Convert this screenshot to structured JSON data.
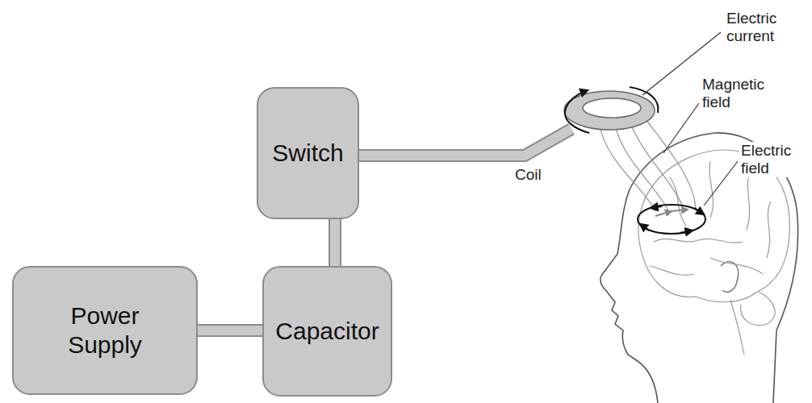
{
  "diagram": {
    "nodes": [
      {
        "text": [
          "Switch"
        ]
      },
      {
        "text": [
          "Power Supply"
        ]
      },
      {
        "text": [
          "Capacitor"
        ]
      }
    ],
    "edges": [
      {
        "from": 1,
        "to": 2,
        "arrow": "none"
      },
      {
        "from": 2,
        "to": 0,
        "arrow": "none"
      }
    ],
    "labels": [
      "Coil",
      "Electric current",
      "Magnetic field",
      "Electric field"
    ]
  }
}
